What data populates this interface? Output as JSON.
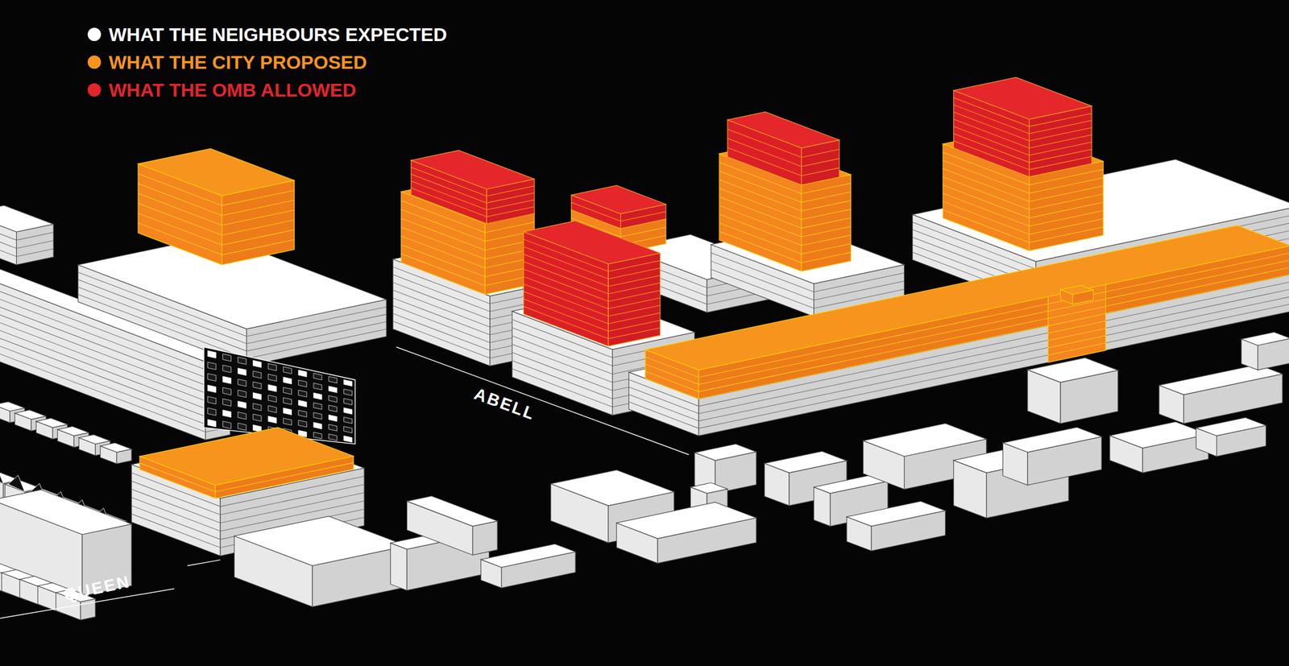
{
  "diagram": {
    "labels": [
      "ABELL",
      "QUEEN"
    ],
    "legend": [
      {
        "text": "WHAT THE NEIGHBOURS EXPECTED",
        "color": "#ffffff"
      },
      {
        "text": "WHAT THE CITY PROPOSED",
        "color": "#f7941d"
      },
      {
        "text": "WHAT THE OMB ALLOWED",
        "color": "#e3242b"
      }
    ]
  }
}
